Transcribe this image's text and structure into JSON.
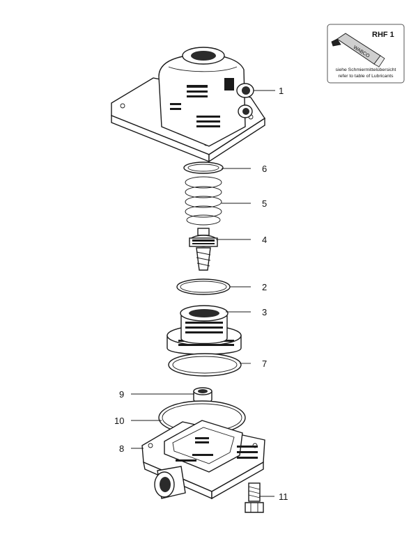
{
  "lubricant_box": {
    "code": "RHF 1",
    "brand": "WABCO",
    "note_de": "siehe Schmiermittelübersicht",
    "note_en": "refer to table of Lubricants"
  },
  "callouts": [
    {
      "id": "1",
      "part": "upper-housing"
    },
    {
      "id": "6",
      "part": "retaining-ring"
    },
    {
      "id": "5",
      "part": "compression-spring"
    },
    {
      "id": "4",
      "part": "valve-piston"
    },
    {
      "id": "2",
      "part": "o-ring-upper"
    },
    {
      "id": "3",
      "part": "piston-sleeve"
    },
    {
      "id": "7",
      "part": "o-ring-lower"
    },
    {
      "id": "9",
      "part": "valve-insert"
    },
    {
      "id": "10",
      "part": "sealing-ring"
    },
    {
      "id": "8",
      "part": "lower-housing"
    },
    {
      "id": "11",
      "part": "bolt"
    }
  ],
  "colors": {
    "line": "#1a1a1a",
    "paper": "#ffffff",
    "box_border": "#555555"
  }
}
